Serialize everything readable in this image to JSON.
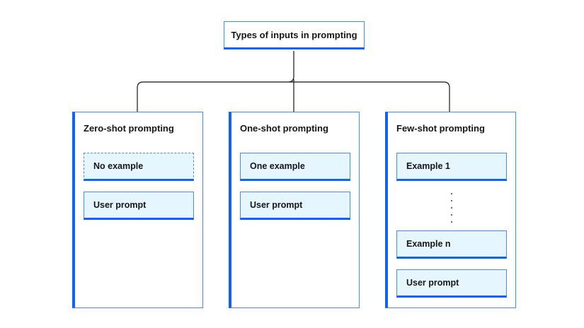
{
  "diagram": {
    "root": {
      "label": "Types of inputs in prompting"
    },
    "columns": [
      {
        "title": "Zero-shot prompting",
        "items": [
          {
            "label": "No example",
            "style": "dashed"
          },
          {
            "label": "User prompt",
            "style": "solid"
          }
        ]
      },
      {
        "title": "One-shot prompting",
        "items": [
          {
            "label": "One example",
            "style": "solid"
          },
          {
            "label": "User prompt",
            "style": "solid"
          }
        ]
      },
      {
        "title": "Few-shot prompting",
        "items": [
          {
            "label": "Example 1",
            "style": "solid"
          },
          {
            "label": "Example n",
            "style": "solid"
          },
          {
            "label": "User prompt",
            "style": "solid"
          }
        ],
        "has_ellipsis": true
      }
    ]
  },
  "colors": {
    "accent": "#0f62fe",
    "border": "#4589ff",
    "item_fill": "#e5f6ff",
    "connector": "#161616",
    "text": "#161616"
  }
}
